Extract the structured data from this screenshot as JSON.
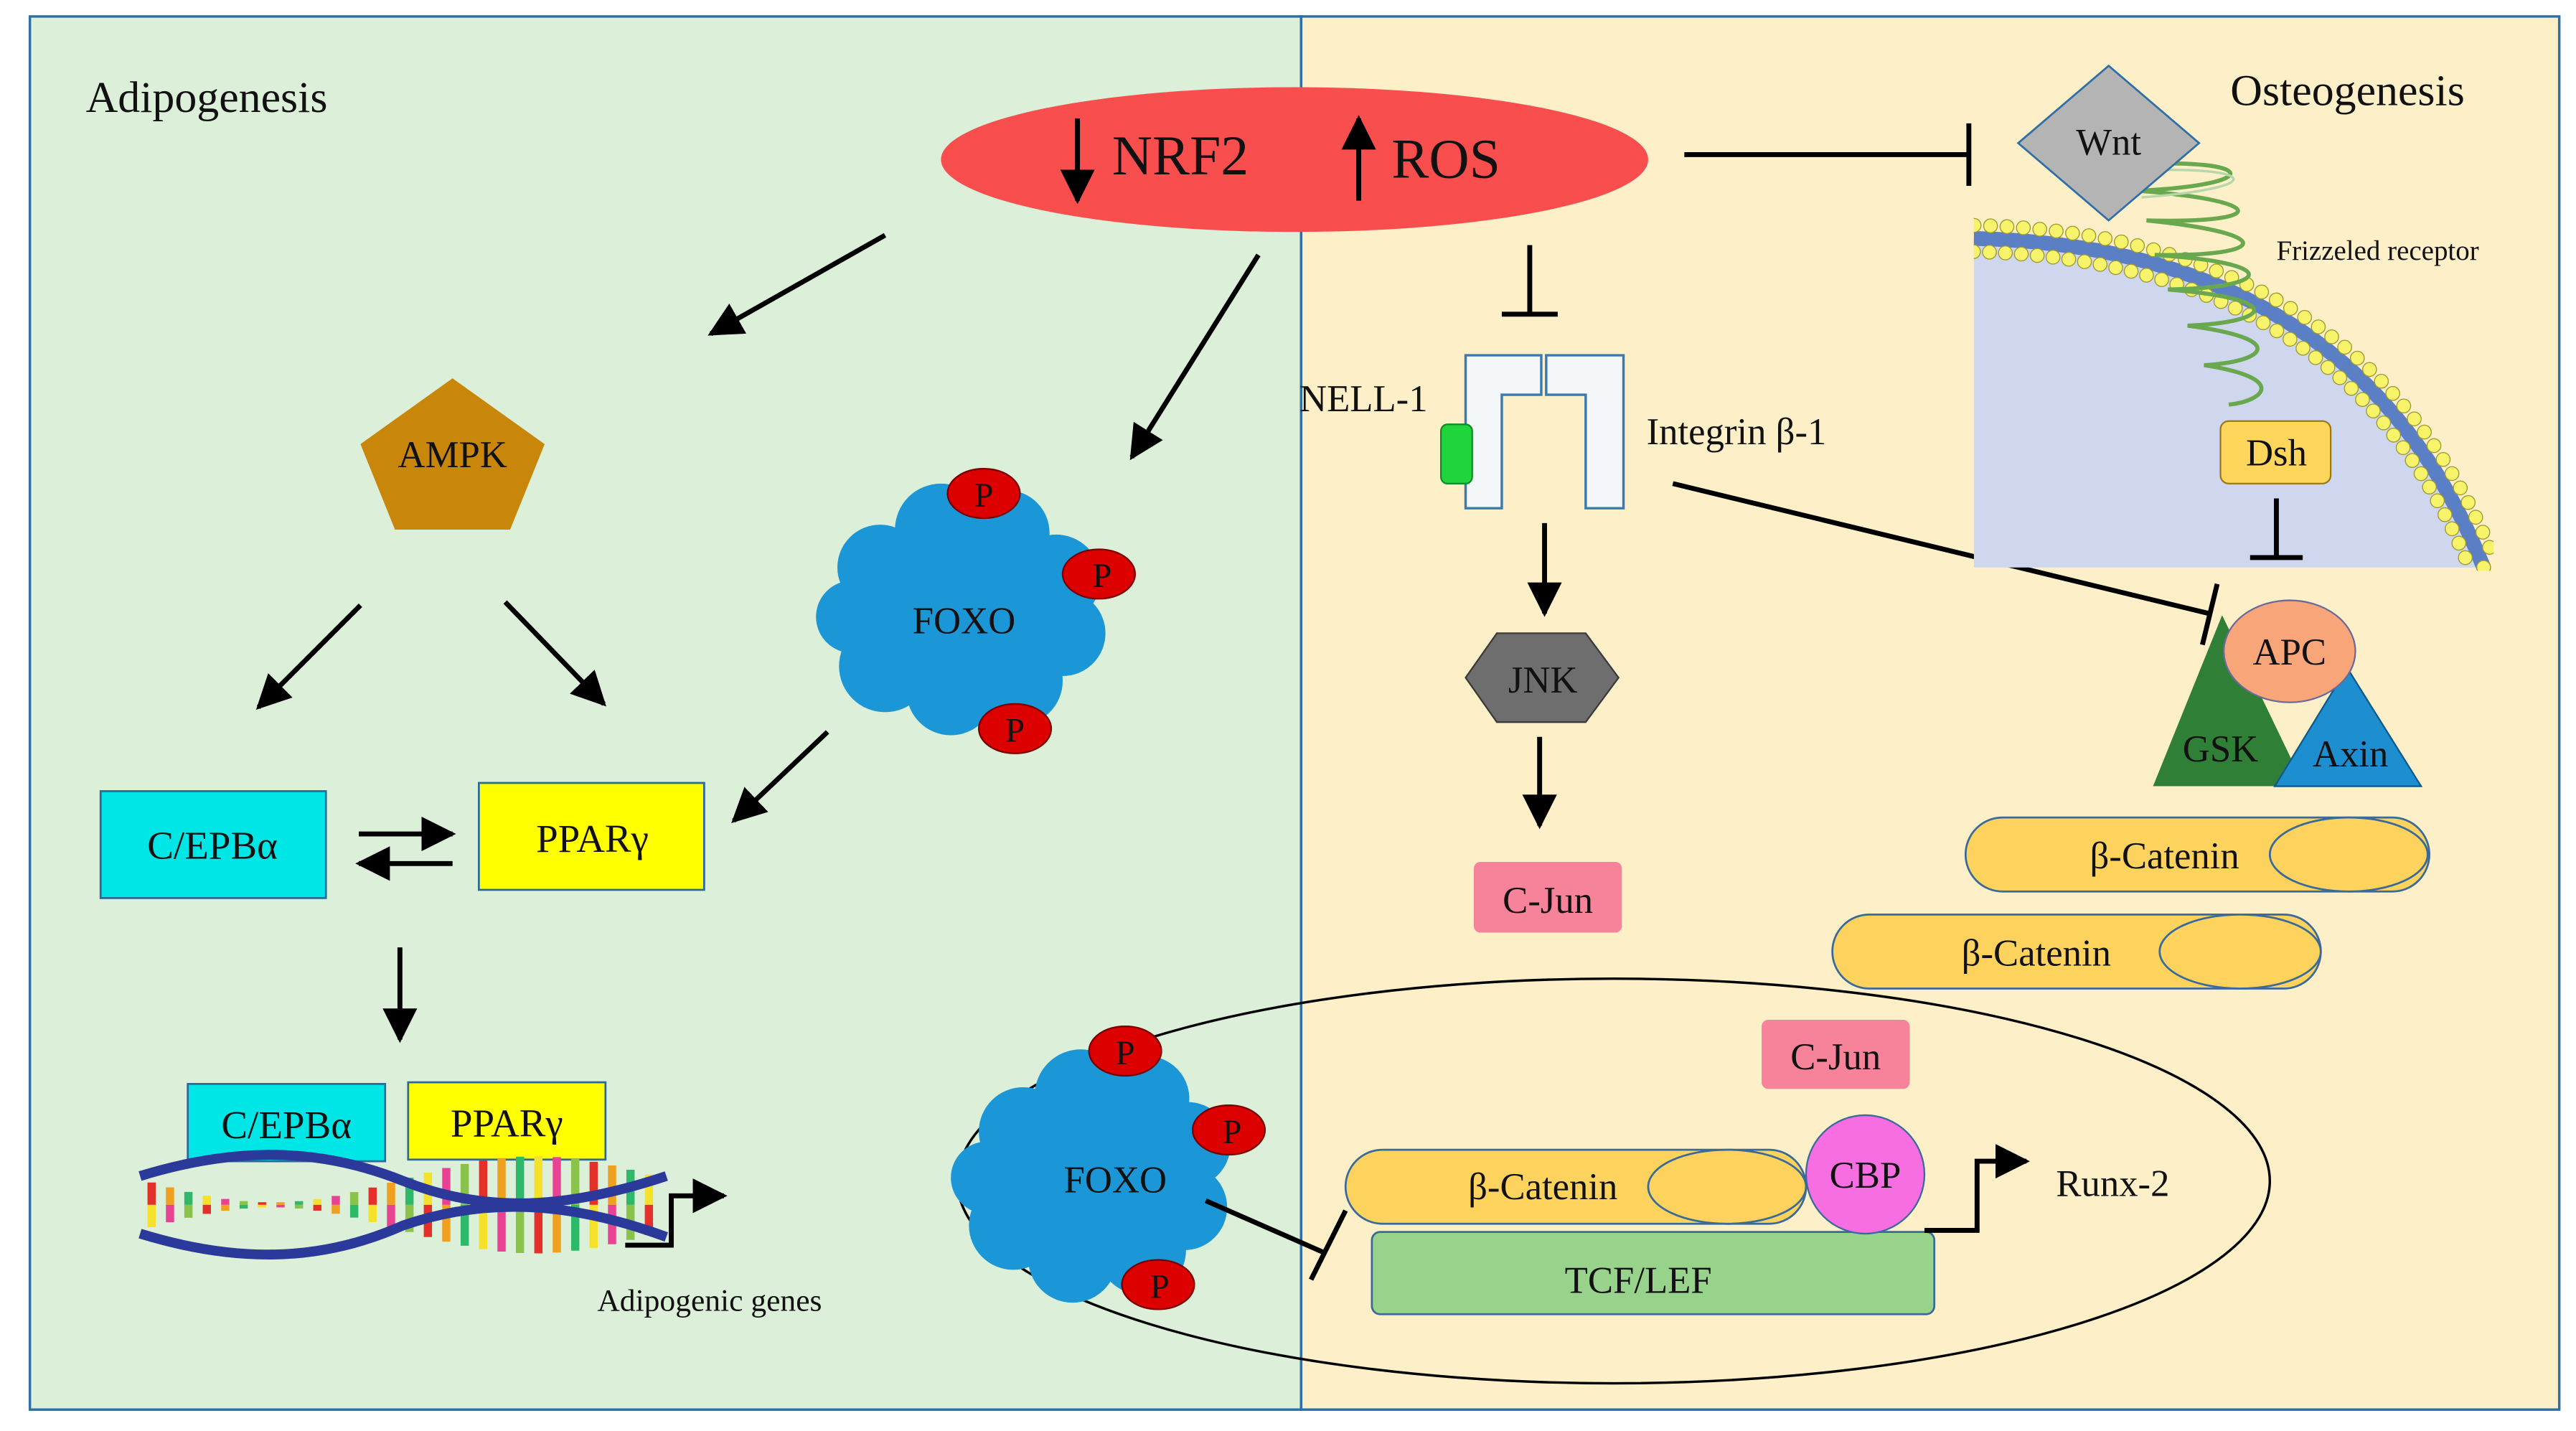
{
  "panels": {
    "left_title": "Adipogenesis",
    "right_title": "Osteogenesis"
  },
  "nrf2_ros": {
    "nrf2": "NRF2",
    "ros": "ROS"
  },
  "nodes": {
    "ampk": "AMPK",
    "foxo_top": "FOXO",
    "foxo_bottom": "FOXO",
    "phospho": "P",
    "cebpa": "C/EPBα",
    "ppar": "PPARγ",
    "cebpa_dna": "C/EPBα",
    "ppar_dna": "PPARγ",
    "adipogenic_genes": "Adipogenic genes",
    "nell1": "NELL-1",
    "integrin": "Integrin β-1",
    "jnk": "JNK",
    "cjun_top": "C-Jun",
    "cjun_nucleus": "C-Jun",
    "wnt": "Wnt",
    "frizzled": "Frizzeled receptor",
    "dsh": "Dsh",
    "apc": "APC",
    "gsk": "GSK",
    "axin": "Axin",
    "bcat1": "β-Catenin",
    "bcat2": "β-Catenin",
    "bcat_nucleus": "β-Catenin",
    "cbp": "CBP",
    "tcf": "TCF/LEF",
    "runx2": "Runx-2"
  },
  "colors": {
    "left_bg": "#dcefd9",
    "right_bg": "#fdefc8",
    "nrf2_ellipse": "#f94e4e",
    "ampk": "#c8860a",
    "foxo": "#1b96d6",
    "phospho": "#dd0000",
    "cebpa": "#00e5e5",
    "ppar": "#ffff00",
    "jnk": "#6e6e6e",
    "cjun": "#f7839b",
    "wnt": "#b4b4b4",
    "dsh": "#ffd65c",
    "apc": "#f8a57a",
    "gsk": "#2f7f36",
    "axin": "#1d8fd0",
    "bcat": "#fdd35d",
    "cbp": "#f76ee3",
    "tcf": "#98d38c",
    "membrane_bead": "#f7f36a",
    "cytoplasm": "#cfd7ee",
    "nell1": "#1ed53c"
  }
}
